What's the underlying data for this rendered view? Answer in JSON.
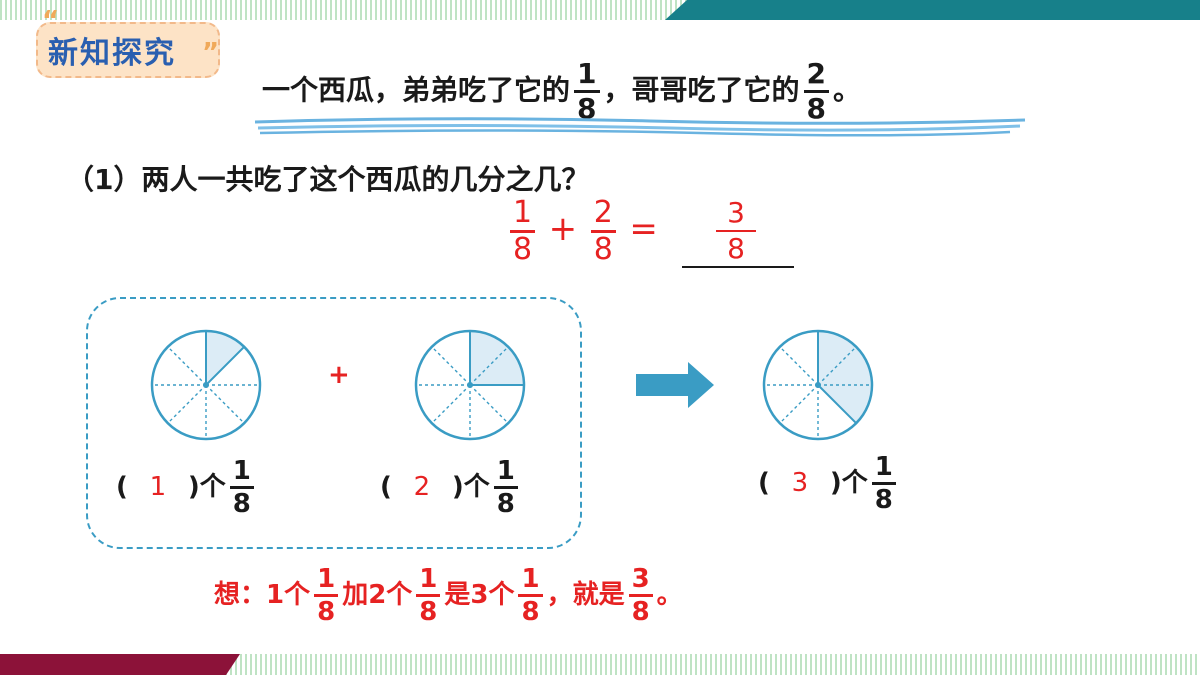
{
  "header": {
    "title": "新知探究"
  },
  "problem": {
    "text_a": "一个西瓜，弟弟吃了它的",
    "frac_a_num": "1",
    "frac_a_den": "8",
    "text_b": "，哥哥吃了它的",
    "frac_b_num": "2",
    "frac_b_den": "8",
    "text_c": "。"
  },
  "question": {
    "text": "（1）两人一共吃了这个西瓜的几分之几？"
  },
  "equation": {
    "a_num": "1",
    "a_den": "8",
    "plus": "+",
    "b_num": "2",
    "b_den": "8",
    "equals": "=",
    "ans_num": "3",
    "ans_den": "8"
  },
  "circles": [
    {
      "open": "(",
      "count": "1",
      "close": ")个",
      "num": "1",
      "den": "8",
      "shaded_slices": 1
    },
    {
      "open": "(",
      "count": "2",
      "close": ")个",
      "num": "1",
      "den": "8",
      "shaded_slices": 2
    },
    {
      "open": "(",
      "count": "3",
      "close": ")个",
      "num": "1",
      "den": "8",
      "shaded_slices": 3
    }
  ],
  "plus_sign": "+",
  "think": {
    "t1": "想：1个",
    "f1_num": "1",
    "f1_den": "8",
    "t2": "加2个",
    "f2_num": "1",
    "f2_den": "8",
    "t3": "是3个",
    "f3_num": "1",
    "f3_den": "8",
    "t4": "，就是",
    "f4_num": "3",
    "f4_den": "8",
    "t5": "。"
  },
  "colors": {
    "teal": "#17808a",
    "maroon": "#8c1239",
    "red": "#e62222",
    "circle": "#3a9cc4",
    "shade": "#dcecf6"
  }
}
